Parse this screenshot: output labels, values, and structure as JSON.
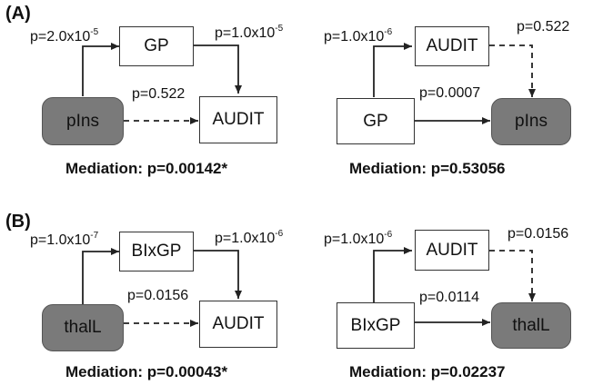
{
  "panels": [
    {
      "letter": "(A)",
      "models": [
        {
          "nodes": {
            "predictor": "pIns",
            "mediator": "GP",
            "outcome": "AUDIT"
          },
          "predictor_shaded": true,
          "outcome_shaded": false,
          "path_a": {
            "prefix": "p=2.0x10",
            "exp": "-5"
          },
          "path_b": {
            "prefix": "p=1.0x10",
            "exp": "-5"
          },
          "path_c": {
            "text": "p=0.522"
          },
          "mediation": "Mediation: p=0.00142*"
        },
        {
          "nodes": {
            "predictor": "GP",
            "mediator": "AUDIT",
            "outcome": "pIns"
          },
          "predictor_shaded": false,
          "outcome_shaded": true,
          "path_a": {
            "prefix": "p=1.0x10",
            "exp": "-6"
          },
          "path_b": {
            "text": "p=0.522"
          },
          "path_c": {
            "text": "p=0.0007"
          },
          "mediation": "Mediation: p=0.53056"
        }
      ]
    },
    {
      "letter": "(B)",
      "models": [
        {
          "nodes": {
            "predictor": "thalL",
            "mediator": "BIxGP",
            "outcome": "AUDIT"
          },
          "predictor_shaded": true,
          "outcome_shaded": false,
          "path_a": {
            "prefix": "p=1.0x10",
            "exp": "-7"
          },
          "path_b": {
            "prefix": "p=1.0x10",
            "exp": "-6"
          },
          "path_c": {
            "text": "p=0.0156"
          },
          "mediation": "Mediation: p=0.00043*"
        },
        {
          "nodes": {
            "predictor": "BIxGP",
            "mediator": "AUDIT",
            "outcome": "thalL"
          },
          "predictor_shaded": false,
          "outcome_shaded": true,
          "path_a": {
            "prefix": "p=1.0x10",
            "exp": "-6"
          },
          "path_b": {
            "text": "p=0.0156"
          },
          "path_c": {
            "text": "p=0.0114"
          },
          "mediation": "Mediation: p=0.02237"
        }
      ]
    }
  ],
  "colors": {
    "shaded_node": "#7a7a7a",
    "line": "#222222"
  }
}
